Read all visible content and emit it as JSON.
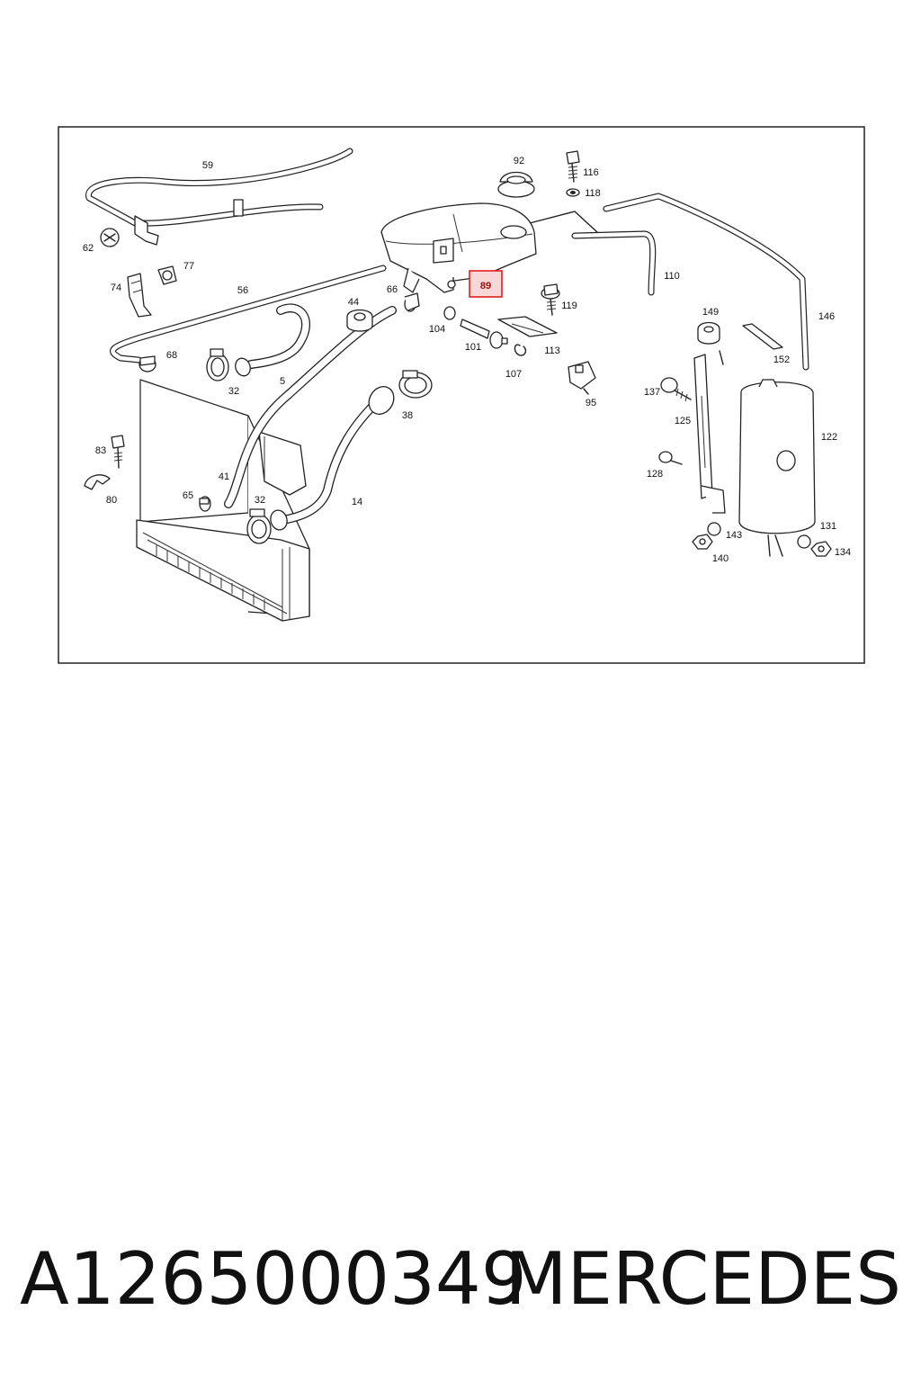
{
  "diagram": {
    "highlighted_label": "89",
    "highlight_color": "#e02020",
    "callouts": {
      "c59": "59",
      "c62": "62",
      "c77": "77",
      "c74": "74",
      "c56": "56",
      "c68": "68",
      "c32a": "32",
      "c5": "5",
      "c44": "44",
      "c66": "66",
      "c104": "104",
      "c101": "101",
      "c107": "107",
      "c113": "113",
      "c92": "92",
      "c116": "116",
      "c118": "118",
      "c119": "119",
      "c95": "95",
      "c110": "110",
      "c146": "146",
      "c149": "149",
      "c152": "152",
      "c137": "137",
      "c125": "125",
      "c122": "122",
      "c128": "128",
      "c143": "143",
      "c140": "140",
      "c131": "131",
      "c134": "134",
      "c38": "38",
      "c14": "14",
      "c41": "41",
      "c65": "65",
      "c32b": "32",
      "c83": "83",
      "c80": "80"
    }
  },
  "footer": {
    "part_number": "A1265000349",
    "brand": "MERCEDES"
  }
}
